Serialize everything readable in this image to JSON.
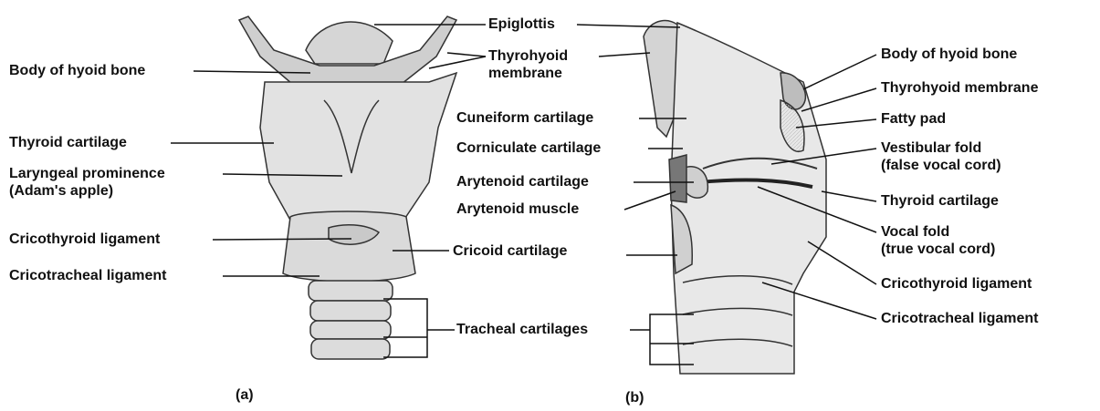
{
  "left_labels": {
    "body_hyoid": "Body of hyoid bone",
    "thyroid_cartilage": "Thyroid cartilage",
    "laryngeal_prominence_1": "Laryngeal prominence",
    "laryngeal_prominence_2": "(Adam's apple)",
    "cricothyroid_ligament": "Cricothyroid ligament",
    "cricotracheal_ligament": "Cricotracheal ligament"
  },
  "center_labels": {
    "epiglottis": "Epiglottis",
    "thyrohyoid_membrane_1": "Thyrohyoid",
    "thyrohyoid_membrane_2": "membrane",
    "cuneiform_cartilage": "Cuneiform cartilage",
    "corniculate_cartilage": "Corniculate cartilage",
    "arytenoid_cartilage": "Arytenoid cartilage",
    "arytenoid_muscle": "Arytenoid muscle",
    "cricoid_cartilage": "Cricoid cartilage",
    "tracheal_cartilages": "Tracheal cartilages"
  },
  "right_labels": {
    "body_hyoid": "Body of hyoid bone",
    "thyrohyoid_membrane": "Thyrohyoid membrane",
    "fatty_pad": "Fatty pad",
    "vestibular_fold_1": "Vestibular fold",
    "vestibular_fold_2": "(false vocal cord)",
    "thyroid_cartilage": "Thyroid cartilage",
    "vocal_fold_1": "Vocal fold",
    "vocal_fold_2": "(true vocal cord)",
    "cricothyroid_ligament": "Cricothyroid ligament",
    "cricotracheal_ligament": "Cricotracheal ligament"
  },
  "captions": {
    "a": "(a)",
    "b": "(b)"
  }
}
